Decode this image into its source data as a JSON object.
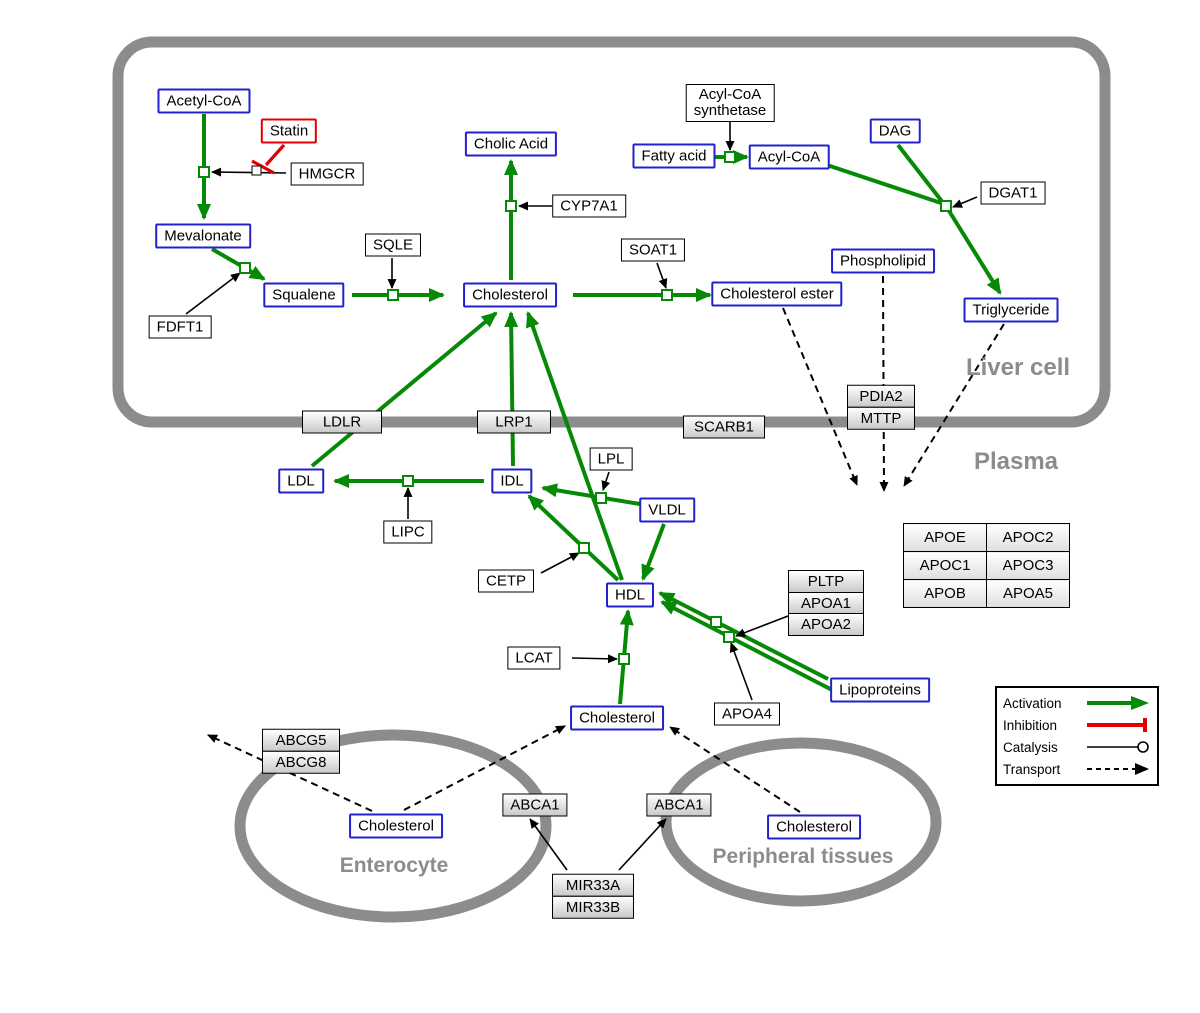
{
  "regions": {
    "liver": "Liver cell",
    "plasma": "Plasma",
    "enterocyte": "Enterocyte",
    "peripheral": "Peripheral tissues"
  },
  "nodes": {
    "acetyl_coa": "Acetyl-CoA",
    "statin": "Statin",
    "hmgcr": "HMGCR",
    "mevalonate": "Mevalonate",
    "fdft1": "FDFT1",
    "squalene": "Squalene",
    "sqle": "SQLE",
    "cholic_acid": "Cholic Acid",
    "cyp7a1": "CYP7A1",
    "cholesterol_liver": "Cholesterol",
    "soat1": "SOAT1",
    "cholesterol_ester": "Cholesterol ester",
    "acyl_coa_synthetase_line1": "Acyl-CoA",
    "acyl_coa_synthetase_line2": "synthetase",
    "fatty_acid": "Fatty acid",
    "acyl_coa": "Acyl-CoA",
    "dag": "DAG",
    "dgat1": "DGAT1",
    "phospholipid": "Phospholipid",
    "triglyceride": "Triglyceride",
    "ldlr": "LDLR",
    "lrp1": "LRP1",
    "scarb1": "SCARB1",
    "pdia2": "PDIA2",
    "mttp": "MTTP",
    "ldl": "LDL",
    "lipc": "LIPC",
    "idl": "IDL",
    "lpl": "LPL",
    "vldl": "VLDL",
    "cetp": "CETP",
    "hdl": "HDL",
    "lcat": "LCAT",
    "pltp": "PLTP",
    "apoa1": "APOA1",
    "apoa2": "APOA2",
    "apoa4": "APOA4",
    "lipoproteins": "Lipoproteins",
    "cholesterol_plasma": "Cholesterol",
    "abcg5": "ABCG5",
    "abcg8": "ABCG8",
    "cholesterol_enterocyte": "Cholesterol",
    "abca1_enterocyte": "ABCA1",
    "abca1_peripheral": "ABCA1",
    "cholesterol_peripheral": "Cholesterol",
    "mir33a": "MIR33A",
    "mir33b": "MIR33B"
  },
  "apo_table": [
    [
      "APOE",
      "APOC2"
    ],
    [
      "APOC1",
      "APOC3"
    ],
    [
      "APOB",
      "APOA5"
    ]
  ],
  "legend": {
    "activation": "Activation",
    "inhibition": "Inhibition",
    "catalysis": "Catalysis",
    "transport": "Transport"
  },
  "colors": {
    "metabolite_border": "#2222cc",
    "activation_green": "#068a06",
    "inhibition_red": "#e30000",
    "membrane_gray": "#8c8c8c"
  }
}
